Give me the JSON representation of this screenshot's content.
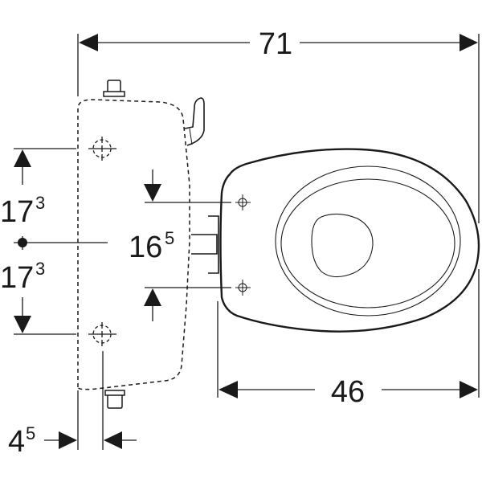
{
  "drawing": {
    "type": "technical-dimension-drawing",
    "subject": "toilet top view with cistern",
    "colors": {
      "line": "#1a1a1a",
      "background": "#ffffff"
    }
  },
  "dimensions": {
    "overall_length": {
      "main": "71"
    },
    "bowl_length": {
      "main": "46"
    },
    "seat_hinge_spacing": {
      "main": "16",
      "sup": "5"
    },
    "upper_fixing_offset": {
      "main": "17",
      "sup": "3"
    },
    "lower_fixing_offset": {
      "main": "17",
      "sup": "3"
    },
    "fixing_wall_offset": {
      "main": "4",
      "sup": "5"
    }
  }
}
